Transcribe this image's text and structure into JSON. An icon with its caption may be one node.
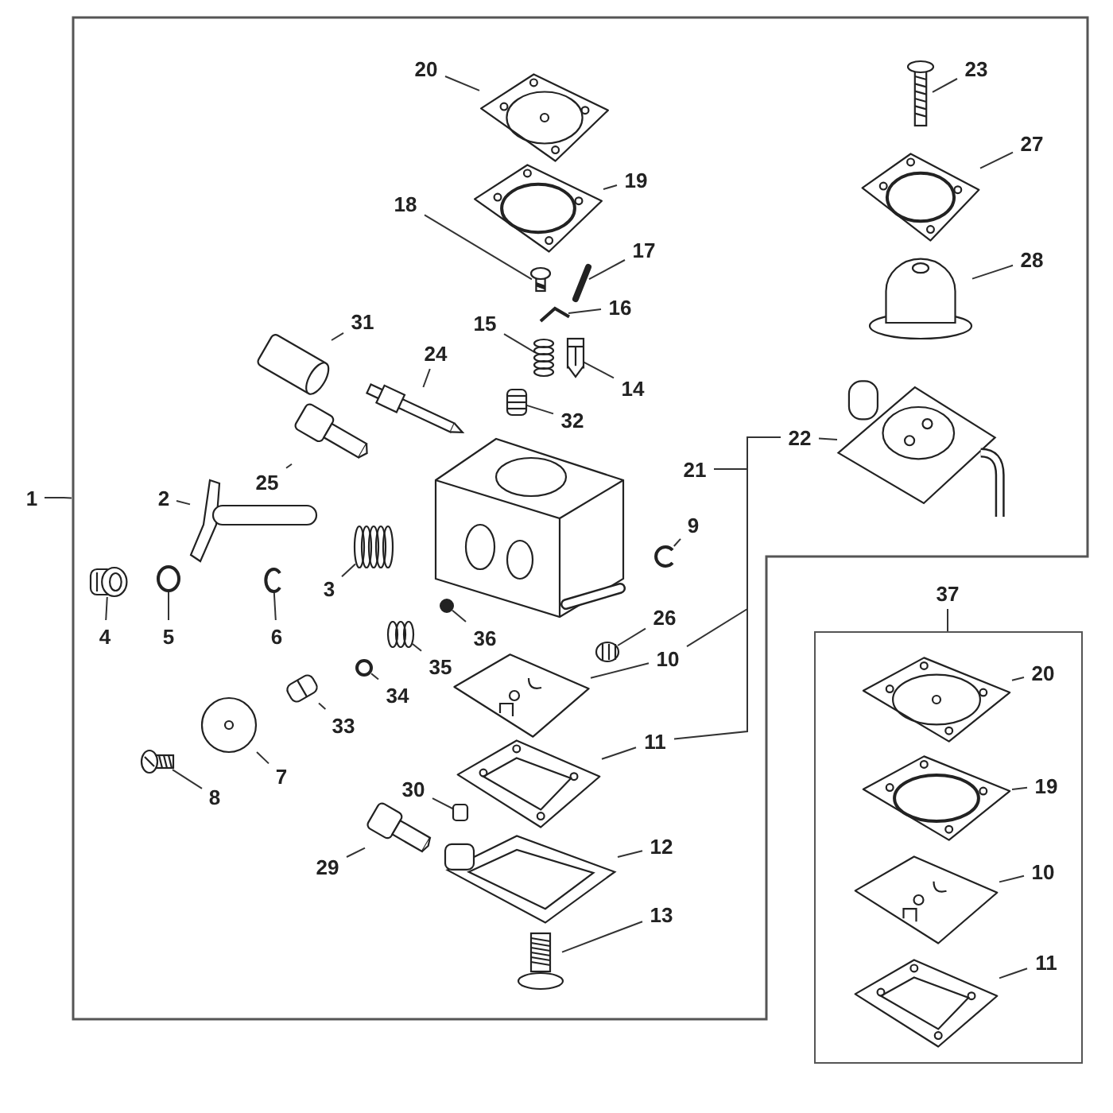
{
  "diagram": {
    "nodes": [
      {
        "text": [],
        "shape": "box"
      },
      {
        "text": [
          "1"
        ]
      },
      {
        "text": [
          "20"
        ],
        "in": 0
      },
      {
        "text": [],
        "shape": "picture",
        "in": 0
      },
      {
        "text": [
          "19"
        ],
        "in": 0
      },
      {
        "text": [],
        "shape": "picture",
        "in": 0
      },
      {
        "text": [
          "18"
        ],
        "in": 0
      },
      {
        "text": [],
        "shape": "picture",
        "in": 0
      },
      {
        "text": [
          "17"
        ],
        "in": 0
      },
      {
        "text": [],
        "shape": "picture",
        "in": 0
      },
      {
        "text": [
          "16"
        ],
        "in": 0
      },
      {
        "text": [],
        "shape": "picture",
        "in": 0
      },
      {
        "text": [
          "15"
        ],
        "in": 0
      },
      {
        "text": [],
        "shape": "picture",
        "in": 0
      },
      {
        "text": [
          "14"
        ],
        "in": 0
      },
      {
        "text": [],
        "shape": "picture",
        "in": 0
      },
      {
        "text": [
          "32"
        ],
        "in": 0
      },
      {
        "text": [],
        "shape": "picture",
        "in": 0
      },
      {
        "text": [
          "31"
        ],
        "in": 0
      },
      {
        "text": [],
        "shape": "picture",
        "in": 0
      },
      {
        "text": [
          "24"
        ],
        "in": 0
      },
      {
        "text": [],
        "shape": "picture",
        "in": 0
      },
      {
        "text": [
          "25"
        ],
        "in": 0
      },
      {
        "text": [],
        "shape": "picture",
        "in": 0
      },
      {
        "text": [
          "2"
        ],
        "in": 0
      },
      {
        "text": [],
        "shape": "picture",
        "in": 0
      },
      {
        "text": [
          "3"
        ],
        "in": 0
      },
      {
        "text": [],
        "shape": "picture",
        "in": 0
      },
      {
        "text": [
          "9"
        ],
        "in": 0
      },
      {
        "text": [],
        "shape": "picture",
        "in": 0
      },
      {
        "text": [
          "4"
        ],
        "in": 0
      },
      {
        "text": [],
        "shape": "picture",
        "in": 0
      },
      {
        "text": [
          "5"
        ],
        "in": 0
      },
      {
        "text": [],
        "shape": "circle",
        "in": 0
      },
      {
        "text": [
          "6"
        ],
        "in": 0
      },
      {
        "text": [],
        "shape": "picture",
        "in": 0
      },
      {
        "text": [
          "36"
        ],
        "in": 0
      },
      {
        "text": [],
        "shape": "circle",
        "in": 0
      },
      {
        "text": [
          "35"
        ],
        "in": 0
      },
      {
        "text": [],
        "shape": "picture",
        "in": 0
      },
      {
        "text": [
          "26"
        ],
        "in": 0
      },
      {
        "text": [],
        "shape": "picture",
        "in": 0
      },
      {
        "text": [
          "10"
        ],
        "in": 0
      },
      {
        "text": [],
        "shape": "picture",
        "in": 0
      },
      {
        "text": [
          "34"
        ],
        "in": 0
      },
      {
        "text": [],
        "shape": "circle",
        "in": 0
      },
      {
        "text": [
          "33"
        ],
        "in": 0
      },
      {
        "text": [],
        "shape": "picture",
        "in": 0
      },
      {
        "text": [
          "7"
        ],
        "in": 0
      },
      {
        "text": [],
        "shape": "picture",
        "in": 0
      },
      {
        "text": [
          "11"
        ],
        "in": 0
      },
      {
        "text": [],
        "shape": "picture",
        "in": 0
      },
      {
        "text": [
          "8"
        ],
        "in": 0
      },
      {
        "text": [],
        "shape": "picture",
        "in": 0
      },
      {
        "text": [
          "30"
        ],
        "in": 0
      },
      {
        "text": [],
        "shape": "box",
        "in": 0
      },
      {
        "text": [
          "12"
        ],
        "in": 0
      },
      {
        "text": [],
        "shape": "picture",
        "in": 0
      },
      {
        "text": [
          "29"
        ],
        "in": 0
      },
      {
        "text": [],
        "shape": "picture",
        "in": 0
      },
      {
        "text": [
          "13"
        ],
        "in": 0
      },
      {
        "text": [],
        "shape": "picture",
        "in": 0
      },
      {
        "text": [
          "23"
        ],
        "in": 0
      },
      {
        "text": [],
        "shape": "picture",
        "in": 0
      },
      {
        "text": [
          "27"
        ],
        "in": 0
      },
      {
        "text": [],
        "shape": "picture",
        "in": 0
      },
      {
        "text": [
          "28"
        ],
        "in": 0
      },
      {
        "text": [],
        "shape": "picture",
        "in": 0
      },
      {
        "text": [
          "22"
        ],
        "in": 0
      },
      {
        "text": [],
        "shape": "picture",
        "in": 0
      },
      {
        "text": [
          "21"
        ],
        "in": 0
      },
      {
        "text": [
          "37"
        ]
      },
      {
        "text": [],
        "shape": "box"
      },
      {
        "text": [
          "20"
        ],
        "in": 72
      },
      {
        "text": [],
        "shape": "picture",
        "in": 72
      },
      {
        "text": [
          "19"
        ],
        "in": 72
      },
      {
        "text": [],
        "shape": "picture",
        "in": 72
      },
      {
        "text": [
          "10"
        ],
        "in": 72
      },
      {
        "text": [],
        "shape": "picture",
        "in": 72
      },
      {
        "text": [
          "11"
        ],
        "in": 72
      },
      {
        "text": [],
        "shape": "picture",
        "in": 72
      }
    ],
    "edges": [
      {
        "from": 1,
        "to": 0,
        "arrow": "none"
      },
      {
        "from": 2,
        "to": 3,
        "arrow": "none"
      },
      {
        "from": 4,
        "to": 5,
        "arrow": "none"
      },
      {
        "from": 6,
        "to": 7,
        "arrow": "none"
      },
      {
        "from": 8,
        "to": 9,
        "arrow": "none"
      },
      {
        "from": 10,
        "to": 11,
        "arrow": "none"
      },
      {
        "from": 12,
        "to": 13,
        "arrow": "none"
      },
      {
        "from": 14,
        "to": 15,
        "arrow": "none"
      },
      {
        "from": 16,
        "to": 17,
        "arrow": "none"
      },
      {
        "from": 18,
        "to": 19,
        "arrow": "none"
      },
      {
        "from": 20,
        "to": 21,
        "arrow": "none"
      },
      {
        "from": 22,
        "to": 23,
        "arrow": "none"
      },
      {
        "from": 24,
        "to": 25,
        "arrow": "none"
      },
      {
        "from": 26,
        "to": 27,
        "arrow": "none"
      },
      {
        "from": 28,
        "to": 29,
        "arrow": "none"
      },
      {
        "from": 30,
        "to": 31,
        "arrow": "none"
      },
      {
        "from": 32,
        "to": 33,
        "arrow": "none"
      },
      {
        "from": 34,
        "to": 35,
        "arrow": "none"
      },
      {
        "from": 36,
        "to": 37,
        "arrow": "none"
      },
      {
        "from": 38,
        "to": 39,
        "arrow": "none"
      },
      {
        "from": 40,
        "to": 41,
        "arrow": "none"
      },
      {
        "from": 42,
        "to": 43,
        "arrow": "none"
      },
      {
        "from": 44,
        "to": 45,
        "arrow": "none"
      },
      {
        "from": 46,
        "to": 47,
        "arrow": "none"
      },
      {
        "from": 48,
        "to": 49,
        "arrow": "none"
      },
      {
        "from": 50,
        "to": 51,
        "arrow": "none"
      },
      {
        "from": 52,
        "to": 53,
        "arrow": "none"
      },
      {
        "from": 54,
        "to": 55,
        "arrow": "none"
      },
      {
        "from": 56,
        "to": 57,
        "arrow": "none"
      },
      {
        "from": 58,
        "to": 59,
        "arrow": "none"
      },
      {
        "from": 60,
        "to": 61,
        "arrow": "none"
      },
      {
        "from": 62,
        "to": 63,
        "arrow": "none"
      },
      {
        "from": 64,
        "to": 65,
        "arrow": "none"
      },
      {
        "from": 66,
        "to": 67,
        "arrow": "none"
      },
      {
        "from": 68,
        "to": 69,
        "arrow": "none"
      },
      {
        "from": 70,
        "to": 68,
        "arrow": "none"
      },
      {
        "from": 70,
        "to": 42,
        "arrow": "none"
      },
      {
        "from": 70,
        "to": 50,
        "arrow": "none"
      },
      {
        "from": 71,
        "to": 72,
        "arrow": "none"
      },
      {
        "from": 73,
        "to": 74,
        "arrow": "none"
      },
      {
        "from": 75,
        "to": 76,
        "arrow": "none"
      },
      {
        "from": 77,
        "to": 78,
        "arrow": "none"
      },
      {
        "from": 79,
        "to": 80,
        "arrow": "none"
      }
    ]
  }
}
